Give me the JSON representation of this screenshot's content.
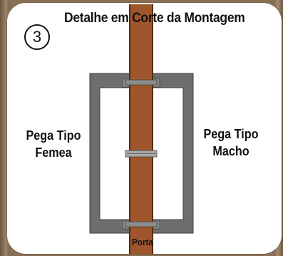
{
  "diagram": {
    "step_number": "3",
    "title": "Detalhe em Corte da Montagem",
    "left_handle_label": [
      "Pega Tipo",
      "Femea"
    ],
    "right_handle_label": [
      "Pega Tipo",
      "Macho"
    ],
    "door_label": "Porta"
  },
  "colors": {
    "door": "#a0562c",
    "door_edge": "#5a2c10",
    "handle": "#6e6e6e",
    "handle_inner": "#ffffff",
    "background": "#ffffff",
    "wood_frame": "#8a6f55"
  }
}
